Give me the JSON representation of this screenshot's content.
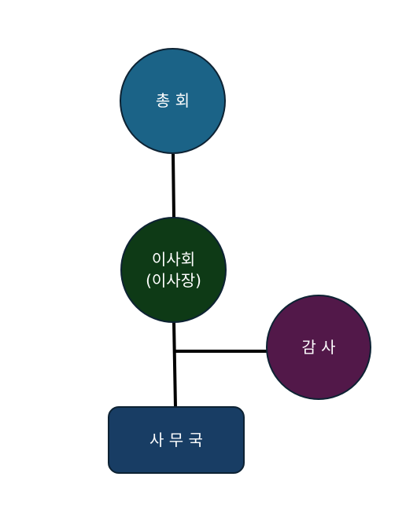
{
  "diagram": {
    "nodes": {
      "general_assembly": {
        "label": "총 회",
        "color": "#1b6387"
      },
      "board": {
        "label": "이사회\n(이사장)",
        "color": "#0e3a16"
      },
      "auditor": {
        "label": "감 사",
        "color": "#521849"
      },
      "secretariat": {
        "label": "사 무 국",
        "color": "#183d64"
      }
    },
    "connector_color": "#000000"
  }
}
